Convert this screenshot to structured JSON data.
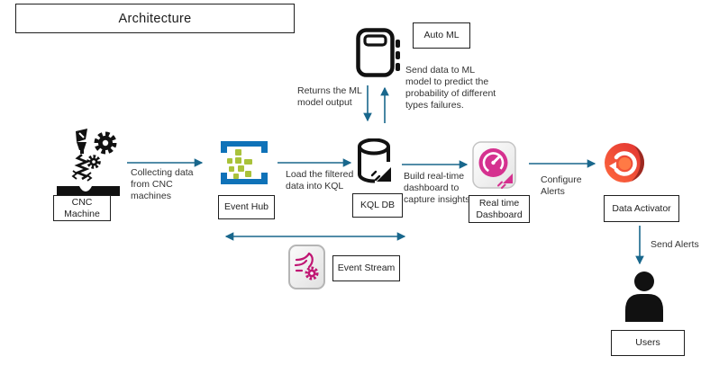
{
  "title": "Architecture",
  "colors": {
    "arrow": "#19678c",
    "event_hub_blue": "#0f72b8",
    "event_hub_green": "#a9c23a",
    "dashboard_pink": "#d5318f",
    "event_stream_magenta": "#c01573",
    "data_activator_red": "#e03131",
    "data_activator_orange": "#ff6a3e",
    "icon_black": "#111111"
  },
  "nodes": {
    "cnc": {
      "label": [
        "CNC",
        "Machine"
      ],
      "icon": "cnc-machine-icon"
    },
    "event_hub": {
      "label": [
        "Event Hub"
      ],
      "icon": "event-hub-icon"
    },
    "kql_db": {
      "label": [
        "KQL DB"
      ],
      "icon": "kql-database-icon"
    },
    "auto_ml": {
      "label": [
        "Auto ML"
      ],
      "icon": "ml-model-notebook-icon"
    },
    "rt_dashboard": {
      "label": [
        "Real time",
        "Dashboard"
      ],
      "icon": "realtime-dashboard-gauge-icon"
    },
    "data_activator": {
      "label": [
        "Data Activator"
      ],
      "icon": "data-activator-icon"
    },
    "users": {
      "label": [
        "Users"
      ],
      "icon": "user-silhouette-icon"
    },
    "event_stream": {
      "label": [
        "Event Stream"
      ],
      "icon": "event-stream-icon"
    }
  },
  "annotations": {
    "collecting": [
      "Collecting data",
      "from CNC",
      "machines"
    ],
    "load_kql": [
      "Load the filtered",
      "data into KQL"
    ],
    "build_dashboard": [
      "Build real-time",
      "dashboard to",
      "capture insights"
    ],
    "configure_alerts": [
      "Configure",
      "Alerts"
    ],
    "send_alerts": [
      "Send Alerts"
    ],
    "returns_ml": [
      "Returns the ML",
      "model output"
    ],
    "send_to_ml": [
      "Send data to ML",
      "model to predict  the",
      "probability of different",
      "types failures."
    ]
  }
}
